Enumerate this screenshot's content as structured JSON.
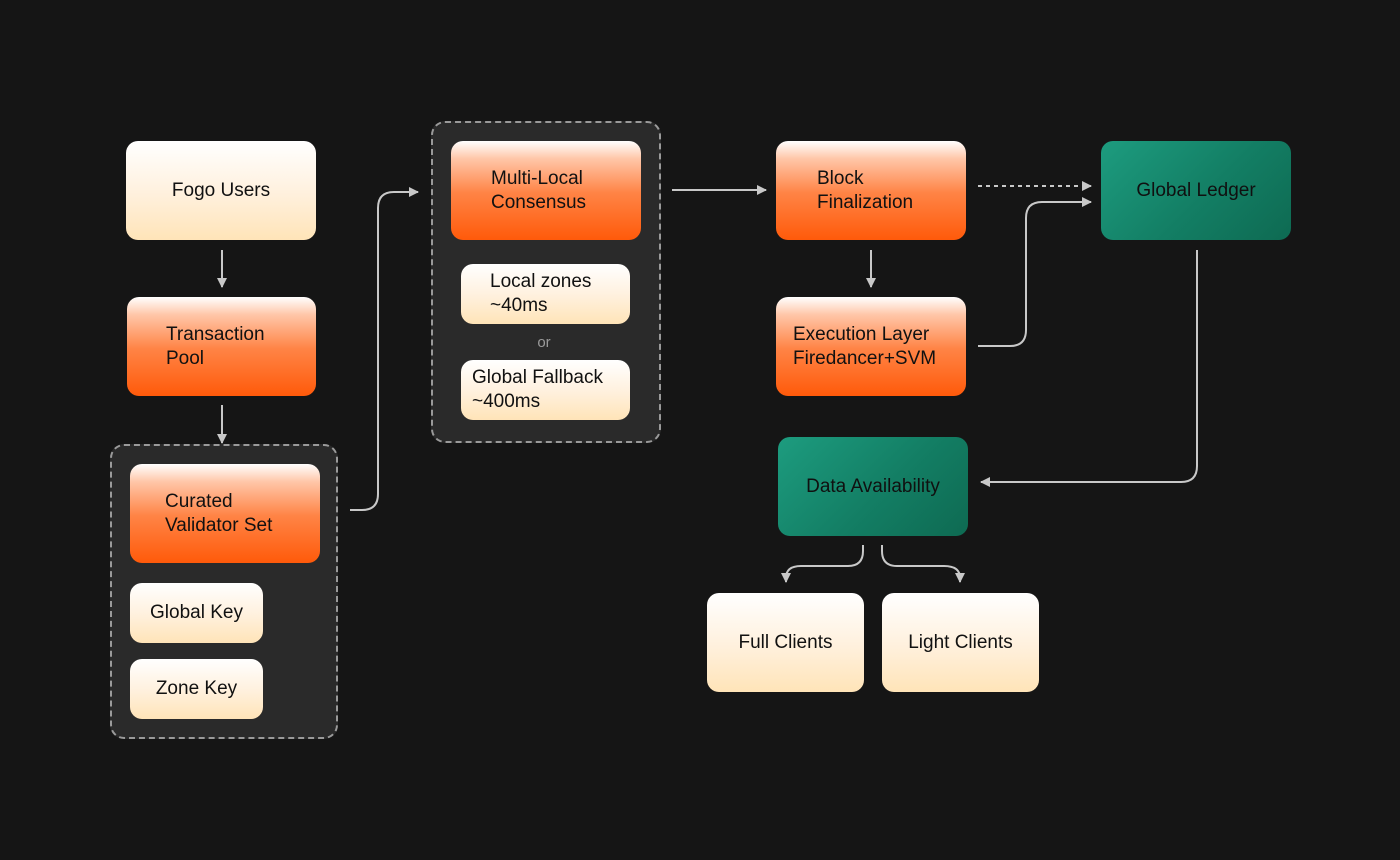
{
  "nodes": {
    "fogo_users": "Fogo Users",
    "transaction_pool": "Transaction\nPool",
    "curated_validator_set": "Curated\nValidator Set",
    "global_key": "Global Key",
    "zone_key": "Zone Key",
    "multi_local_consensus": "Multi-Local\nConsensus",
    "local_zones": "Local zones\n~40ms",
    "or": "or",
    "global_fallback": "Global Fallback\n~400ms",
    "block_finalization": "Block\nFinalization",
    "execution_layer": "Execution Layer\nFiredancer+SVM",
    "global_ledger": "Global Ledger",
    "data_availability": "Data Availability",
    "full_clients": "Full Clients",
    "light_clients": "Light Clients"
  },
  "colors": {
    "background": "#151515",
    "group_fill": "#2a2a2a",
    "connector": "#c8c8c8",
    "orange": "#ff5a0a",
    "teal": "#137e64",
    "cream": "#ffe4b8"
  }
}
